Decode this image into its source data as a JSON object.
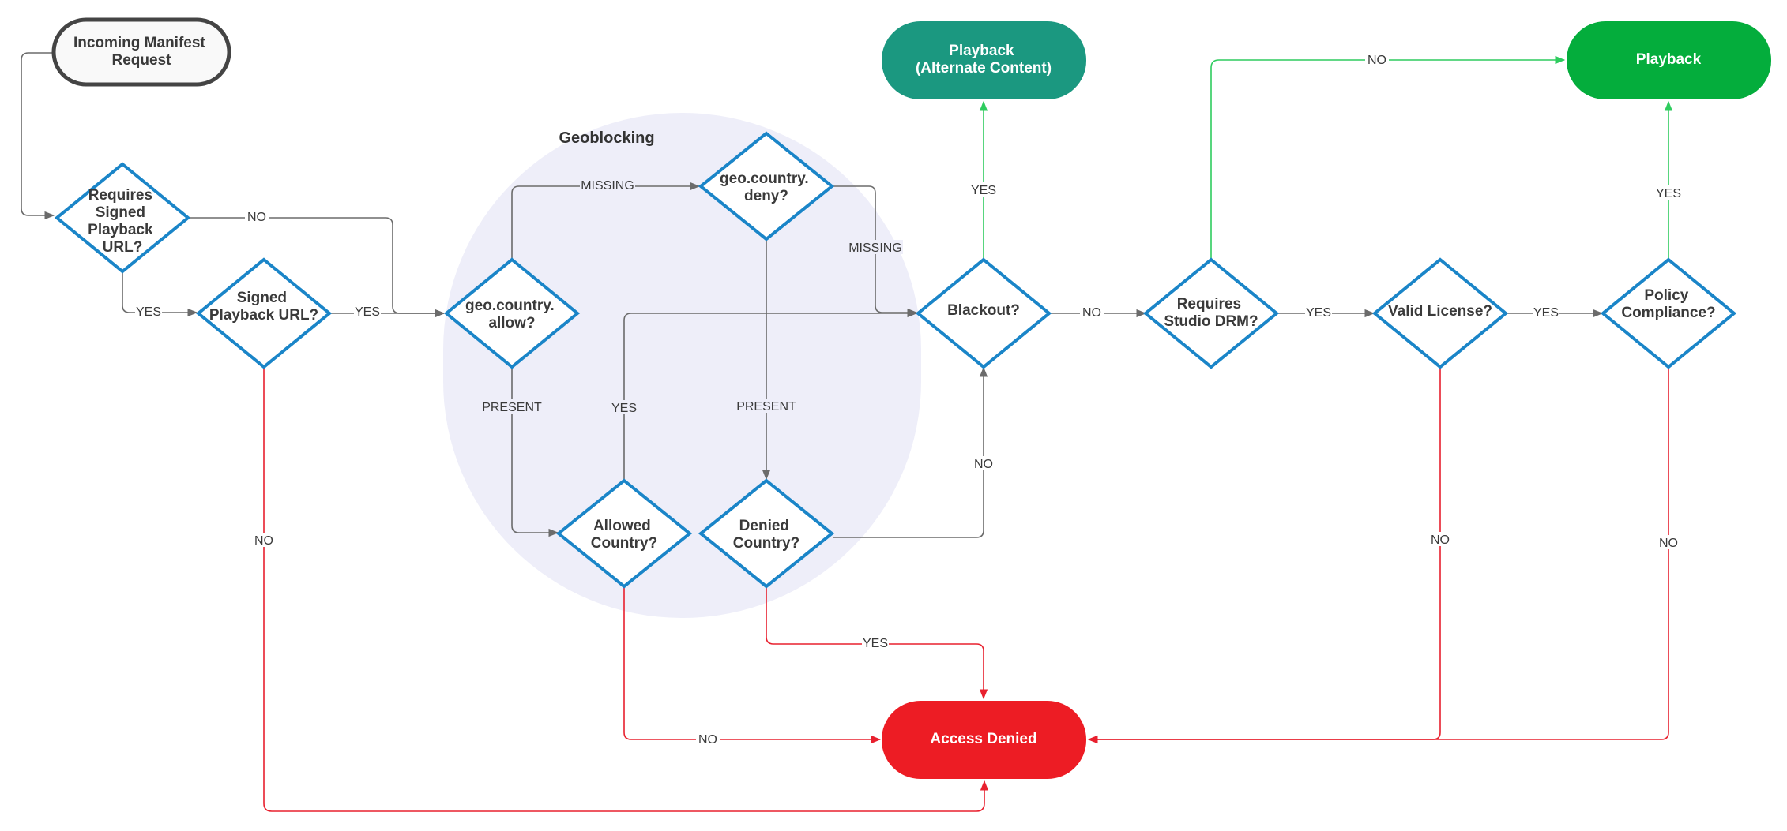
{
  "colors": {
    "diamond_stroke": "#1a85c8",
    "edge_gray": "#6b6b6b",
    "edge_green": "#2ecc5e",
    "edge_red": "#e8202e",
    "geoblocking_fill": "#eeeef9",
    "playback_alt_fill": "#1b9880",
    "playback_fill": "#04ad3c",
    "access_denied_fill": "#ed1c24",
    "start_stroke": "#444444"
  },
  "group": {
    "title": "Geoblocking"
  },
  "nodes": {
    "start": [
      "Incoming Manifest",
      "Request"
    ],
    "requires_signed": [
      "Requires",
      "Signed",
      "Playback",
      "URL?"
    ],
    "signed_url": [
      "Signed",
      "Playback URL?"
    ],
    "geo_allow": [
      "geo.country.",
      "allow?"
    ],
    "geo_deny": [
      "geo.country.",
      "deny?"
    ],
    "allowed_country": [
      "Allowed",
      "Country?"
    ],
    "denied_country": [
      "Denied",
      "Country?"
    ],
    "blackout": [
      "Blackout?"
    ],
    "requires_drm": [
      "Requires",
      "Studio DRM?"
    ],
    "valid_license": [
      "Valid License?"
    ],
    "policy_compliance": [
      "Policy",
      "Compliance?"
    ],
    "playback_alt": [
      "Playback",
      "(Alternate Content)"
    ],
    "playback": [
      "Playback"
    ],
    "access_denied": [
      "Access Denied"
    ]
  },
  "edge_labels": {
    "requires_signed_no": "NO",
    "requires_signed_yes": "YES",
    "signed_url_yes": "YES",
    "signed_url_no": "NO",
    "geo_allow_missing": "MISSING",
    "geo_allow_present": "PRESENT",
    "geo_deny_missing": "MISSING",
    "geo_deny_present": "PRESENT",
    "allowed_country_yes": "YES",
    "allowed_country_no": "NO",
    "denied_country_no": "NO",
    "denied_country_yes": "YES",
    "blackout_yes": "YES",
    "blackout_no": "NO",
    "requires_drm_yes": "YES",
    "requires_drm_no": "NO",
    "valid_license_yes": "YES",
    "valid_license_no": "NO",
    "policy_compliance_yes": "YES",
    "policy_compliance_no": "NO"
  }
}
